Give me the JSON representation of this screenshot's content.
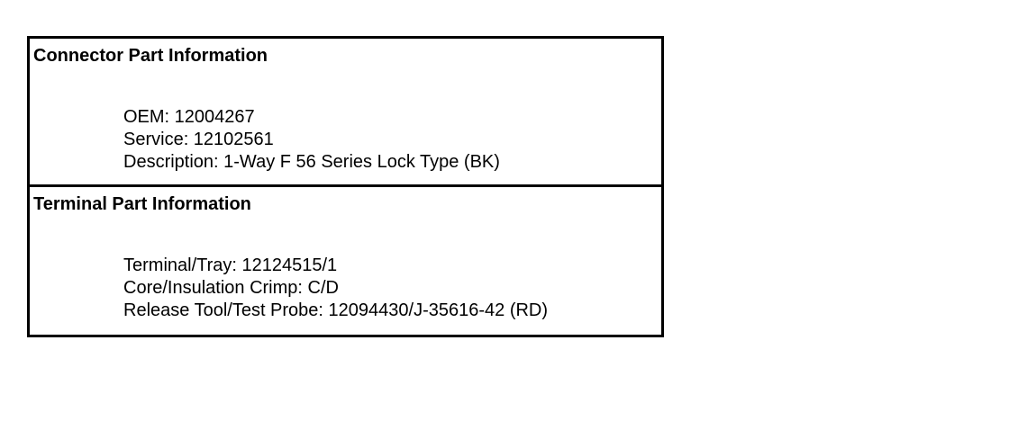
{
  "page": {
    "background_color": "#ffffff",
    "border_color": "#000000",
    "text_color": "#000000"
  },
  "sections": [
    {
      "title": "Connector Part Information",
      "lines": [
        "OEM: 12004267",
        "Service: 12102561",
        "Description: 1-Way F 56 Series Lock Type (BK)"
      ]
    },
    {
      "title": "Terminal Part Information",
      "lines": [
        "Terminal/Tray: 12124515/1",
        "Core/Insulation Crimp: C/D",
        "Release Tool/Test Probe: 12094430/J-35616-42 (RD)"
      ]
    }
  ]
}
